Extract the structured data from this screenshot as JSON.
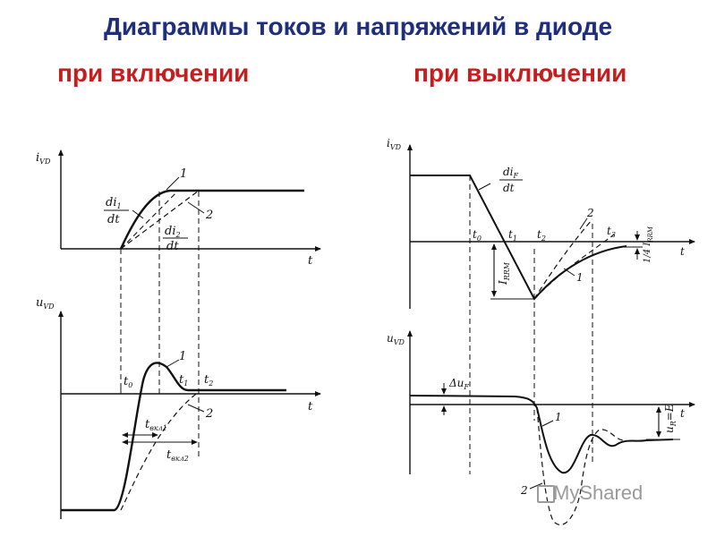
{
  "title": "Диаграммы токов и напряжений в диоде",
  "subtitle_on": "при включении",
  "subtitle_off": "при выключении",
  "colors": {
    "title": "#1f2f7a",
    "subtitle": "#c41e1e",
    "ink": "#111111"
  },
  "left_top": {
    "y_label": "i",
    "y_label_sub": "VD",
    "x_label": "t",
    "deriv1_num": "di",
    "deriv1_sub": "1",
    "deriv1_den": "dt",
    "deriv2_num": "di",
    "deriv2_sub": "2",
    "deriv2_den": "dt",
    "curve1": "1",
    "curve2": "2"
  },
  "left_bottom": {
    "y_label": "u",
    "y_label_sub": "VD",
    "x_label": "t",
    "t0": "t",
    "t0_sub": "0",
    "t1": "t",
    "t1_sub": "1",
    "t2": "t",
    "t2_sub": "2",
    "curve1": "1",
    "curve2": "2",
    "ton1": "t",
    "ton1_sub": "вкл1",
    "ton2": "t",
    "ton2_sub": "вкл2"
  },
  "right_top": {
    "y_label": "i",
    "y_label_sub": "VD",
    "x_label": "t",
    "deriv_num": "di",
    "deriv_sub": "F",
    "deriv_den": "dt",
    "t0": "t",
    "t0_sub": "0",
    "t1": "t",
    "t1_sub": "1",
    "t2": "t",
    "t2_sub": "2",
    "t3": "t",
    "t3_sub": "3",
    "irrm": "I",
    "irrm_sub": "RRM",
    "quarter_irrm": "1/4 I",
    "quarter_irrm_sub": "RRM",
    "curve1": "1",
    "curve2": "2"
  },
  "right_bottom": {
    "y_label": "u",
    "y_label_sub": "VD",
    "x_label": "t",
    "delta_uf": "Δu",
    "delta_uf_sub": "F",
    "ur_label": "u",
    "ur_sub": "R",
    "ur_eq": "=E",
    "curve1": "1",
    "curve2": "2"
  },
  "watermark": "MyShared"
}
